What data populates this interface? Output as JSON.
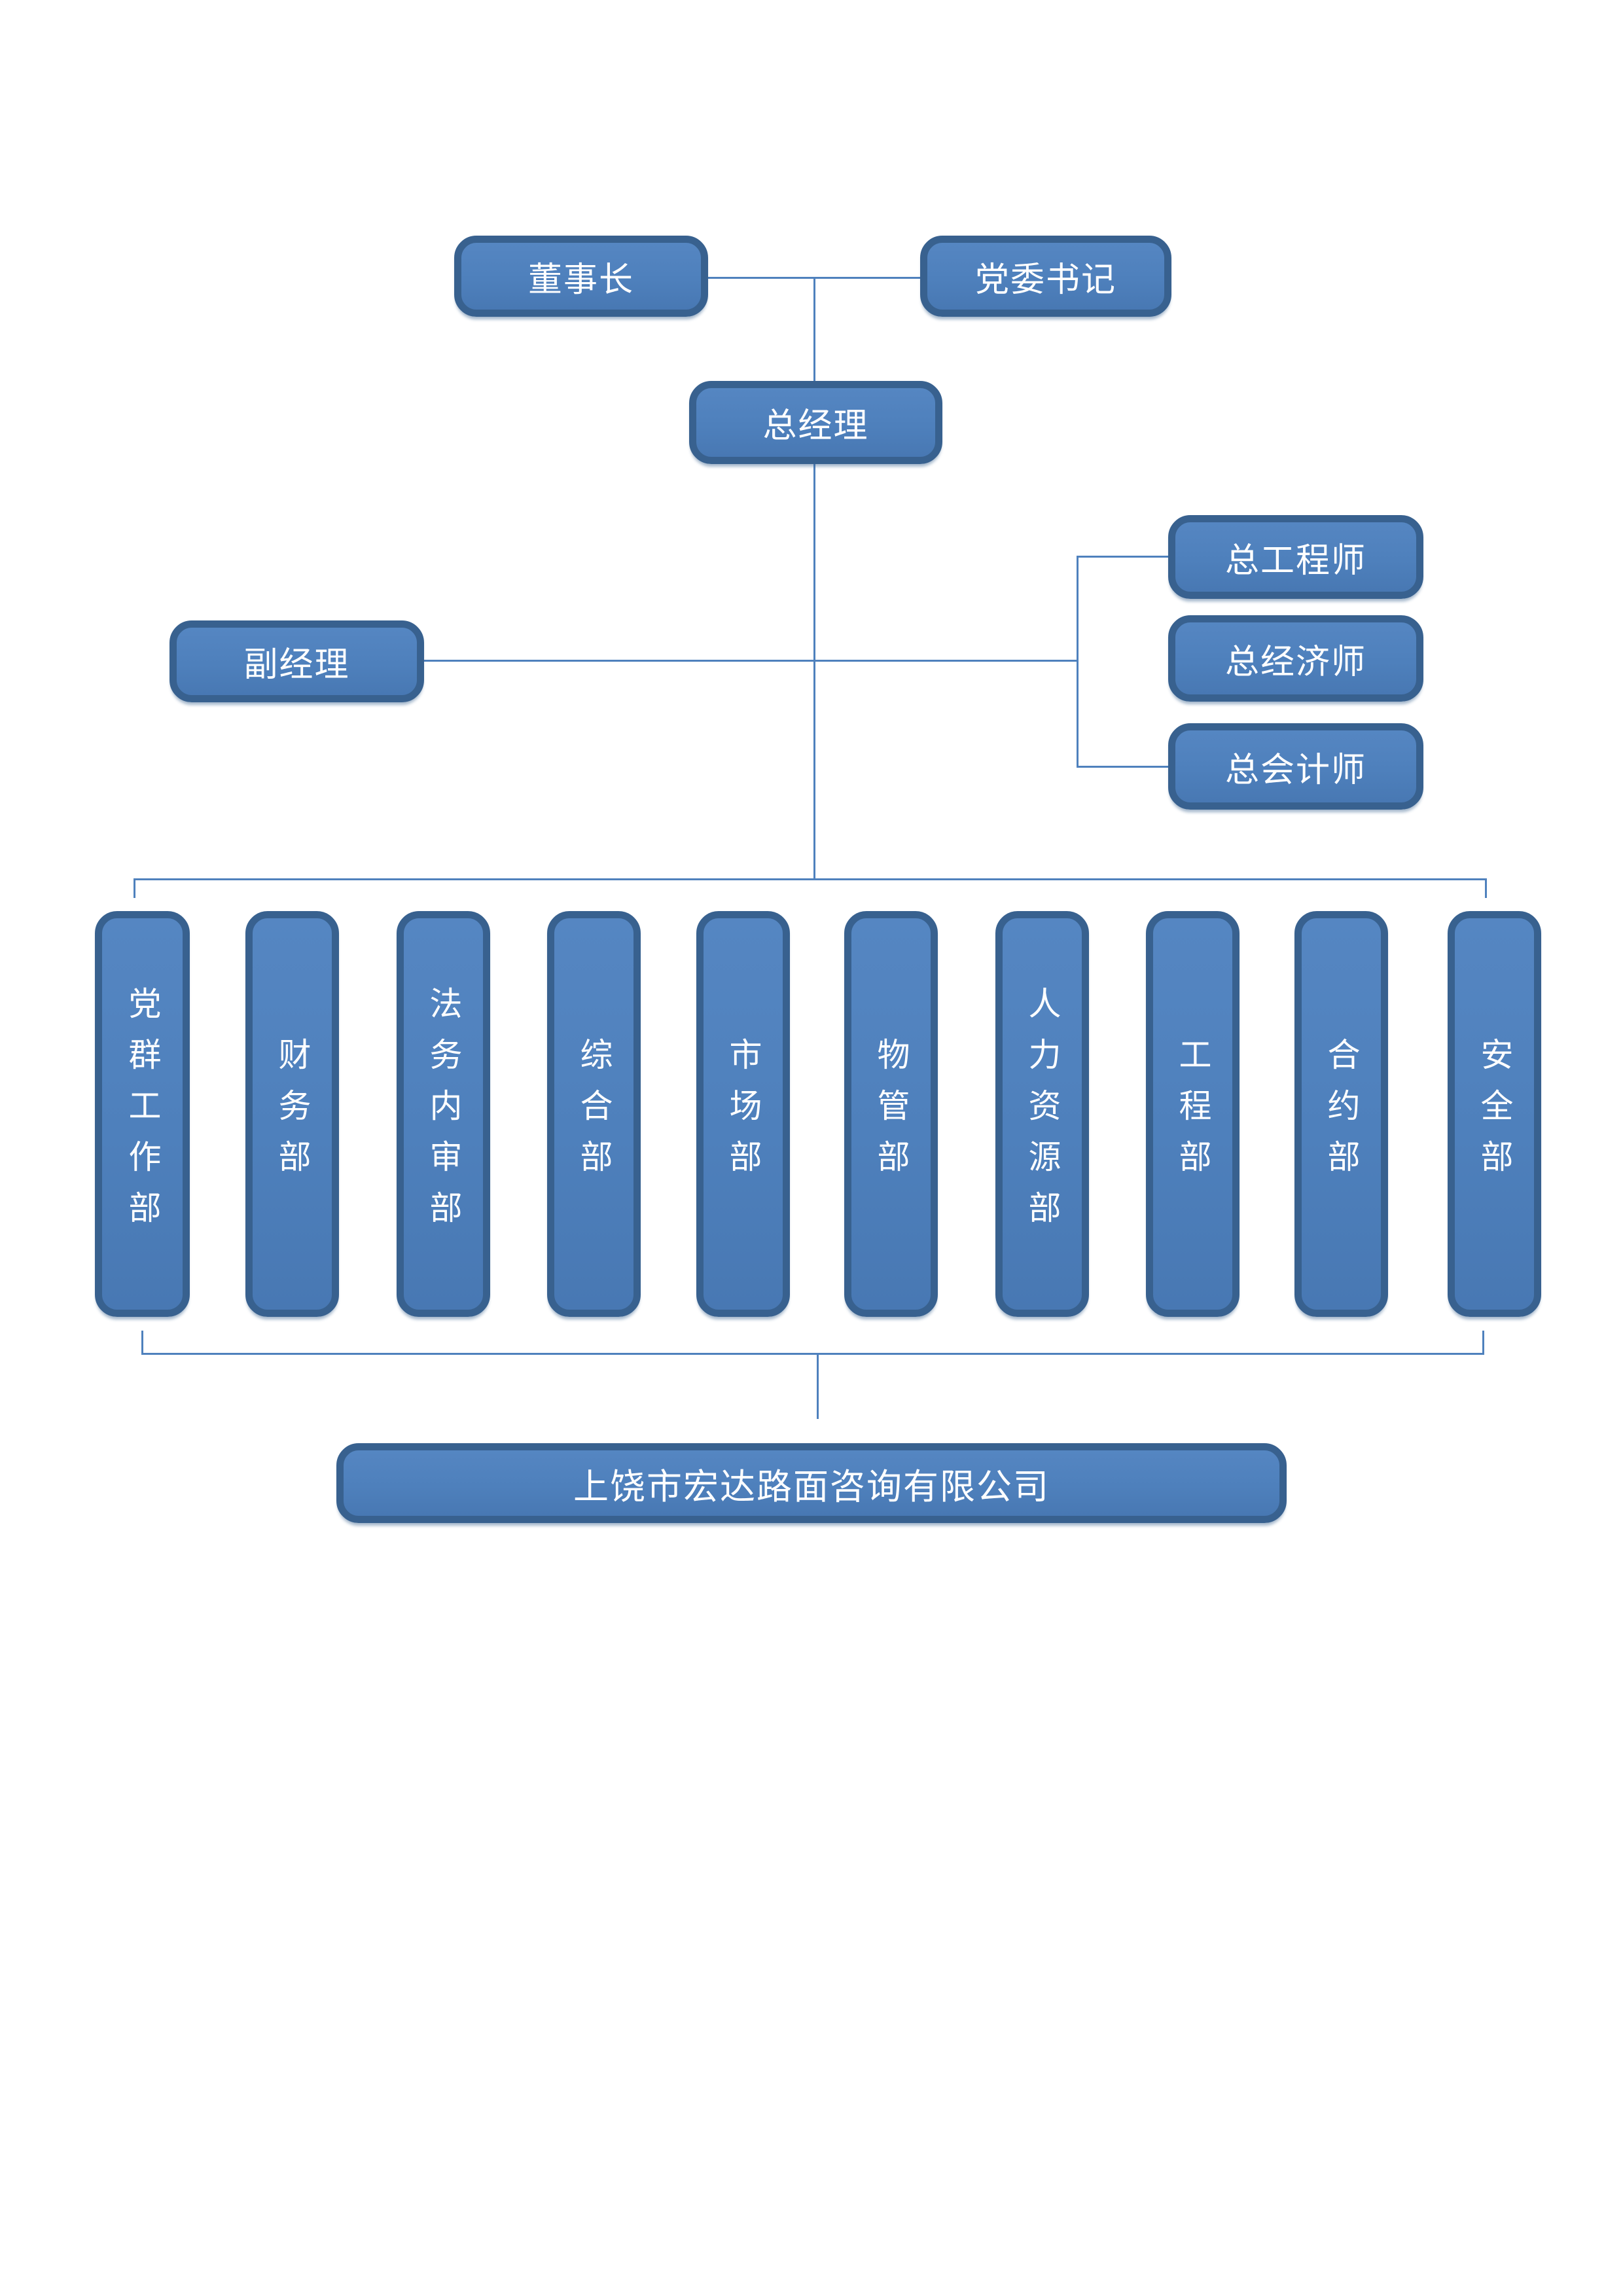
{
  "org_chart": {
    "top_row": {
      "chairman": "董事长",
      "party_secretary": "党委书记"
    },
    "general_manager": "总经理",
    "deputy_manager": "副经理",
    "staff_officers": {
      "chief_engineer": "总工程师",
      "chief_economist": "总经济师",
      "chief_accountant": "总会计师"
    },
    "departments": [
      "党群工作部",
      "财务部",
      "法务内审部",
      "综合部",
      "市场部",
      "物管部",
      "人力资源部",
      "工程部",
      "合约部",
      "安全部"
    ],
    "company": "上饶市宏达路面咨询有限公司",
    "colors": {
      "box_fill": "#4e80bc",
      "box_border": "#38618f",
      "connector_line": "#4f81bd",
      "label_text": "#ffffff",
      "page_background": "#ffffff"
    }
  }
}
